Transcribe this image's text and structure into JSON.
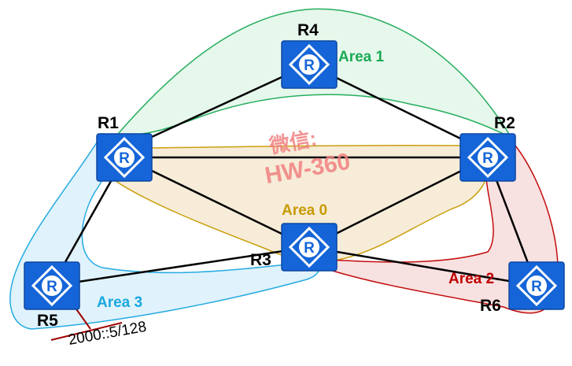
{
  "routers": {
    "r1": {
      "label": "R1"
    },
    "r2": {
      "label": "R2"
    },
    "r3": {
      "label": "R3"
    },
    "r4": {
      "label": "R4"
    },
    "r5": {
      "label": "R5"
    },
    "r6": {
      "label": "R6"
    }
  },
  "areas": {
    "area0": {
      "label": "Area 0",
      "color": "#c89a00",
      "fill": "#f7ecd6"
    },
    "area1": {
      "label": "Area 1",
      "color": "#1aaa55",
      "fill": "#e5f7ec"
    },
    "area2": {
      "label": "Area 2",
      "color": "#c00000",
      "fill": "#f8e0e0"
    },
    "area3": {
      "label": "Area 3",
      "color": "#1aa7e0",
      "fill": "#dff2fb"
    }
  },
  "address": "2000::5/128",
  "watermark": {
    "line1": "微信:",
    "line2": "HW-360"
  },
  "colors": {
    "router_fill": "#1565d8",
    "router_border": "#0d47a1",
    "link": "#000000"
  }
}
